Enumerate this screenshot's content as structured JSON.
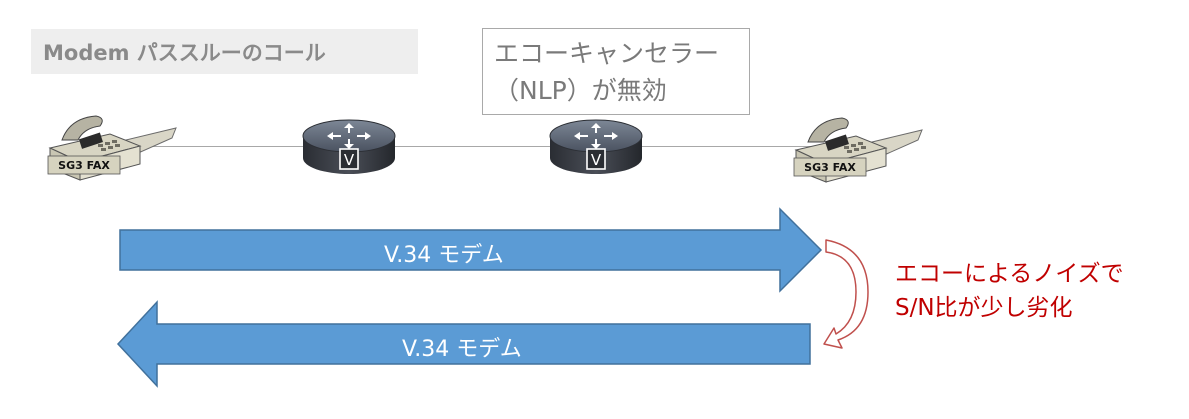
{
  "title": "Modem パススルーのコール",
  "note": {
    "line1": "エコーキャンセラー",
    "line2": "（NLP）が無効"
  },
  "devices": {
    "left_fax_label": "SG3 FAX",
    "right_fax_label": "SG3 FAX",
    "router_badge": "V"
  },
  "arrows": {
    "forward_label": "V.34 モデム",
    "backward_label": "V.34 モデム"
  },
  "echo_note": {
    "line1": "エコーによるノイズで",
    "line2": "S/N比が少し劣化"
  },
  "colors": {
    "arrow_fill": "#5b9bd5",
    "arrow_stroke": "#41719c",
    "echo_text": "#c00000",
    "curve_fill": "#ffffff",
    "curve_stroke": "#c0504d"
  }
}
